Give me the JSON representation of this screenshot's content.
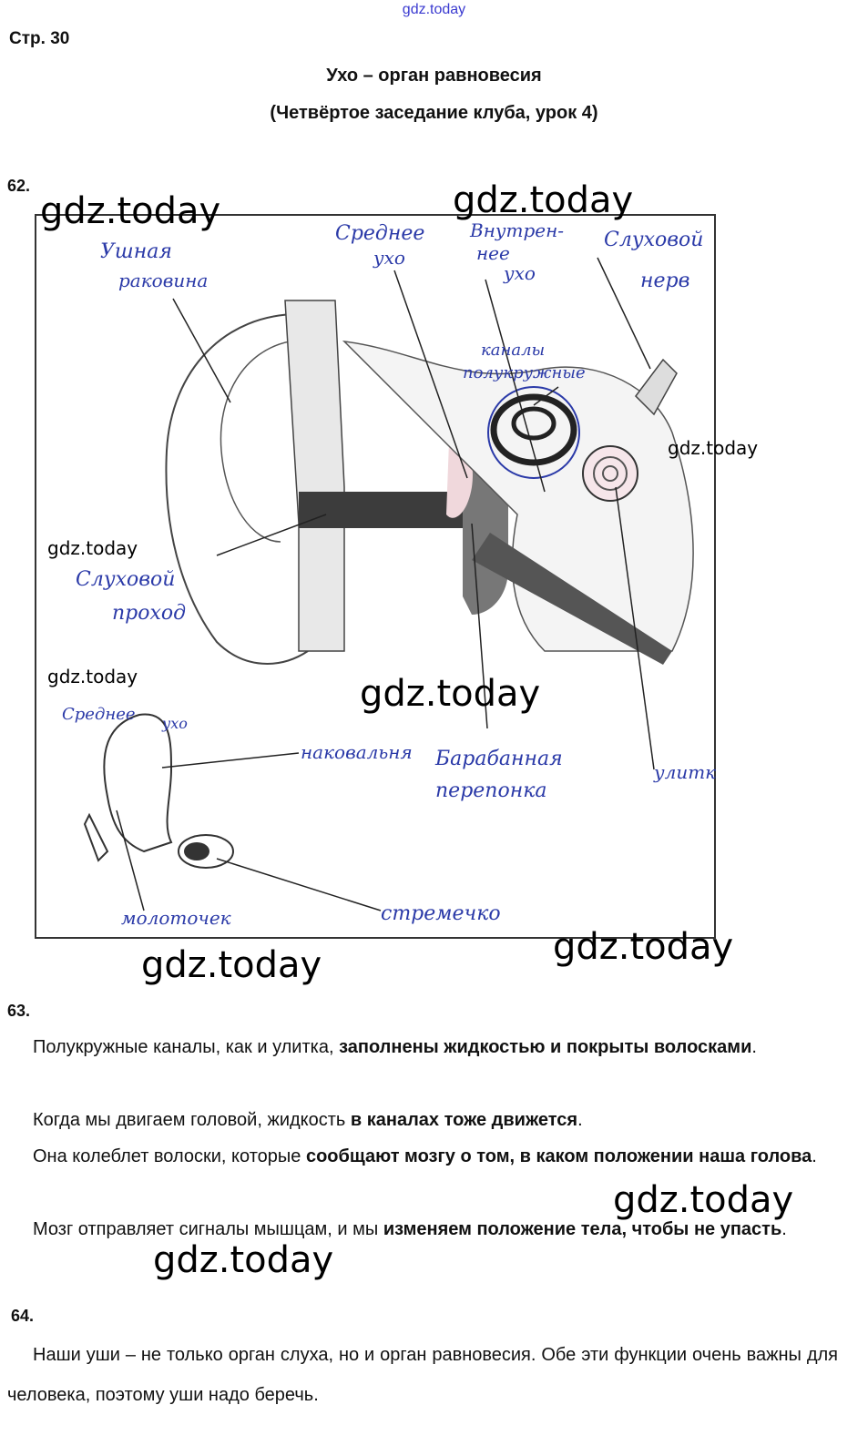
{
  "watermark_small": "gdz.today",
  "watermark": "gdz.today",
  "page_number": "Стр. 30",
  "title": "Ухо – орган равновесия",
  "subtitle": "(Четвёртое заседание клуба, урок 4)",
  "task62": {
    "number": "62.",
    "labels": {
      "outer_ear_1": "Ушная",
      "outer_ear_2": "раковина",
      "middle_ear_1": "Среднее",
      "middle_ear_2": "ухо",
      "inner_ear_1": "Внутрен-",
      "inner_ear_2": "нее",
      "inner_ear_3": "ухо",
      "nerve_1": "Слуховой",
      "nerve_2": "нерв",
      "canals_1": "каналы",
      "canals_2": "полукружные",
      "canal_1": "Слуховой",
      "canal_2": "проход",
      "ossicles_1": "Среднее",
      "ossicles_2": "ухо",
      "incus": "наковальня",
      "eardrum_1": "Барабанная",
      "eardrum_2": "перепонка",
      "cochlea": "улитка",
      "malleus": "молоточек",
      "stapes": "стремечко"
    }
  },
  "task63": {
    "number": "63.",
    "p1_a": "Полукружные каналы, как и улитка, ",
    "p1_b": "заполнены жидкостью и покрыты волосками",
    "p1_c": ".",
    "p2_a": "Когда мы двигаем головой, жидкость ",
    "p2_b": "в каналах тоже движется",
    "p2_c": ".",
    "p3_a": "Она колеблет волоски, которые ",
    "p3_b": "сообщают мозгу о том, в каком положении наша голова",
    "p3_c": ".",
    "p4_a": "Мозг отправляет сигналы мышцам, и мы ",
    "p4_b": "изменяем положение тела, чтобы не упасть",
    "p4_c": "."
  },
  "task64": {
    "number": "64.",
    "text": "Наши уши – не только орган слуха, но и орган равновесия. Обе эти функции очень важны для человека, поэтому уши надо беречь."
  }
}
